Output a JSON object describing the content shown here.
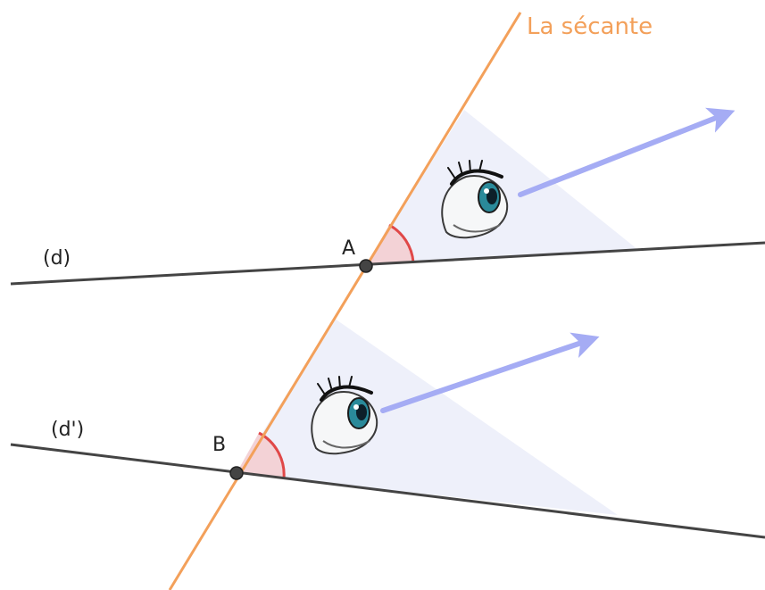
{
  "secant": {
    "label": "La sécante",
    "color": "#f3a05a"
  },
  "lines": {
    "d_label": "(d)",
    "d_prime_label": "(d')",
    "color": "#444444"
  },
  "points": {
    "a_label": "A",
    "b_label": "B",
    "color": "#444444"
  },
  "colors": {
    "angle_arc": "#e04848",
    "angle_fill": "#f3d2d6",
    "view_cone": "#eef0fa",
    "arrow": "#a5acf4",
    "eye_iris": "#2a8a9a"
  },
  "icons": [
    "eye-icon",
    "eye-icon"
  ]
}
